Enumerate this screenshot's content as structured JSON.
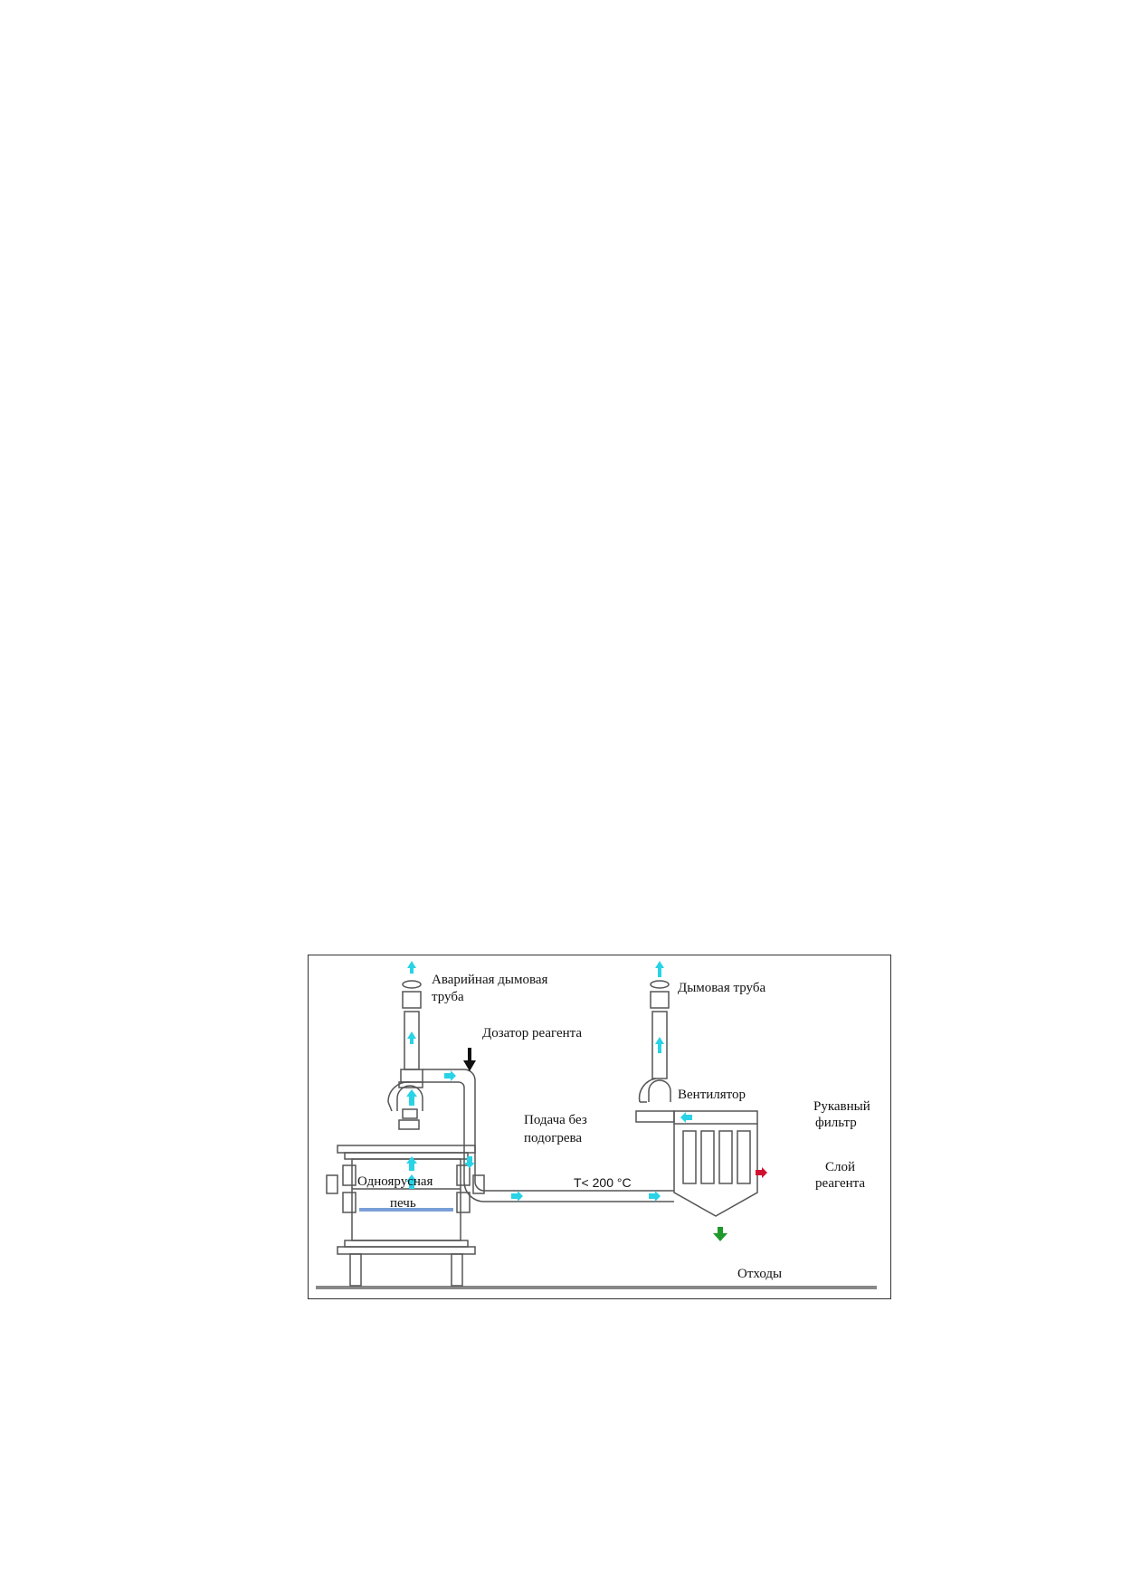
{
  "diagram": {
    "labels": {
      "emergency_stack_line1": "Аварийная дымовая",
      "emergency_stack_line2": "труба",
      "stack": "Дымовая труба",
      "reagent_dosing": "Дозатор реагента",
      "fan": "Вентилятор",
      "bag_filter_line1": "Рукавный",
      "bag_filter_line2": "фильтр",
      "no_heating_line1": "Подача без",
      "no_heating_line2": "подогрева",
      "temperature": "T< 200  °C",
      "reagent_layer_line1": "Слой",
      "reagent_layer_line2": "реагента",
      "furnace_line1": "Одноярусная",
      "furnace_line2": "печь",
      "waste": "Отходы"
    },
    "colors": {
      "gas_flow": "#29d3e6",
      "reagent_layer": "#d01030",
      "waste": "#1e9a2c",
      "line": "#555555",
      "ground": "#888888",
      "furnace_band": "#7a9fd8"
    }
  }
}
